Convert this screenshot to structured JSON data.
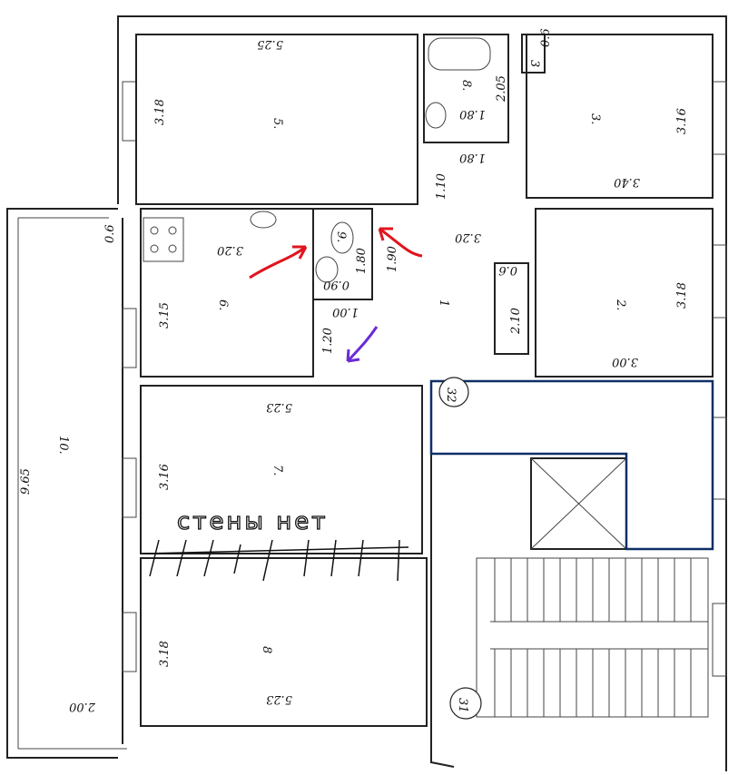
{
  "plan": {
    "room5": {
      "number": "5.",
      "width": "5.25",
      "depth": "3.18"
    },
    "room8_bath": {
      "number": "8.",
      "width": "1.80",
      "depth": "2.05",
      "outer_width": "1.80"
    },
    "closet": {
      "number": "3",
      "width": "0.6"
    },
    "room3": {
      "number": "3.",
      "width": "3.40",
      "depth": "3.16"
    },
    "corridor": {
      "number": "1",
      "width": "3.20",
      "segment1": "1.10",
      "segment2": "1.90",
      "niche_width": "0.6",
      "niche_depth": "2.10",
      "entry": "1.20"
    },
    "room9_wc": {
      "number": "9.",
      "depth": "1.80",
      "width": "0.90",
      "door": "1.00"
    },
    "room6_kitchen": {
      "number": "6.",
      "width": "3.20",
      "depth": "3.15",
      "wall": "0.6"
    },
    "room2": {
      "number": "2.",
      "width": "3.00",
      "depth": "3.18"
    },
    "room7": {
      "number": "7.",
      "width": "5.23",
      "depth": "3.16"
    },
    "room8": {
      "number": "8",
      "width": "5.23",
      "depth": "3.18"
    },
    "room10_balcony": {
      "number": "10.",
      "length": "9.65",
      "width": "2.00"
    },
    "stair_markers": [
      "32",
      "31"
    ],
    "annotation": "стены нет",
    "colors": {
      "arrow_red": "#e0141e",
      "arrow_purple": "#6a2bd6",
      "outline_blue": "#0d2f66"
    }
  }
}
